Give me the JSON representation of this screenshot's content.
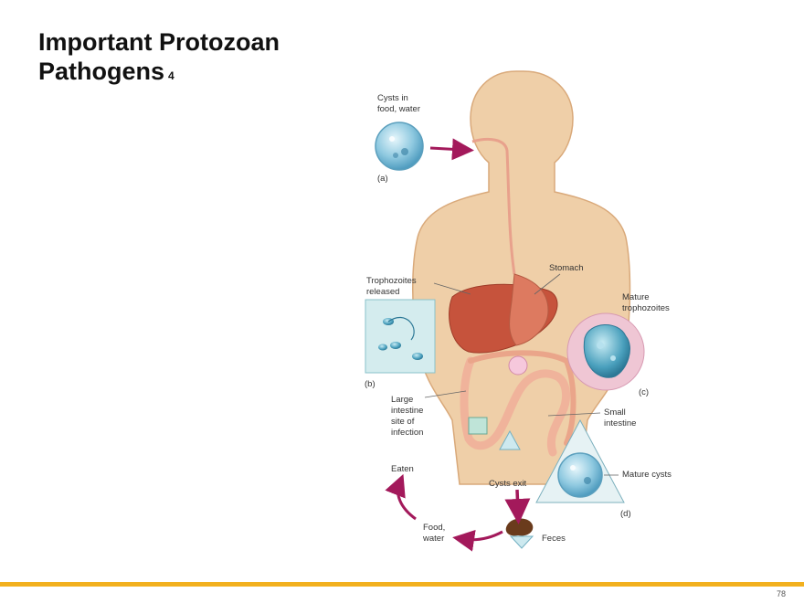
{
  "slide": {
    "title_line1": "Important Protozoan",
    "title_line2": "Pathogens",
    "title_suffix": "4",
    "page_number": "78"
  },
  "diagram": {
    "labels": {
      "cysts_food_water": "Cysts in\nfood, water",
      "panel_a": "(a)",
      "trophozoites_released": "Trophozoites\nreleased",
      "panel_b": "(b)",
      "stomach": "Stomach",
      "mature_trophozoites": "Mature\ntrophozoites",
      "panel_c": "(c)",
      "large_intestine": "Large\nintestine\nsite of\ninfection",
      "small_intestine": "Small\nintestine",
      "eaten": "Eaten",
      "cysts_exit": "Cysts exit",
      "mature_cysts": "Mature cysts",
      "panel_d": "(d)",
      "food_water": "Food,\nwater",
      "feces": "Feces"
    },
    "colors": {
      "skin": "#efcfa8",
      "skin_outline": "#d9a97a",
      "liver": "#c6533c",
      "intestine": "#f0b39b",
      "cyst": "#6fb6d6",
      "arrow": "#a3195b",
      "trophozoite_bg": "#d4ecee",
      "trophozoite_circle": "#efc6d4"
    }
  }
}
